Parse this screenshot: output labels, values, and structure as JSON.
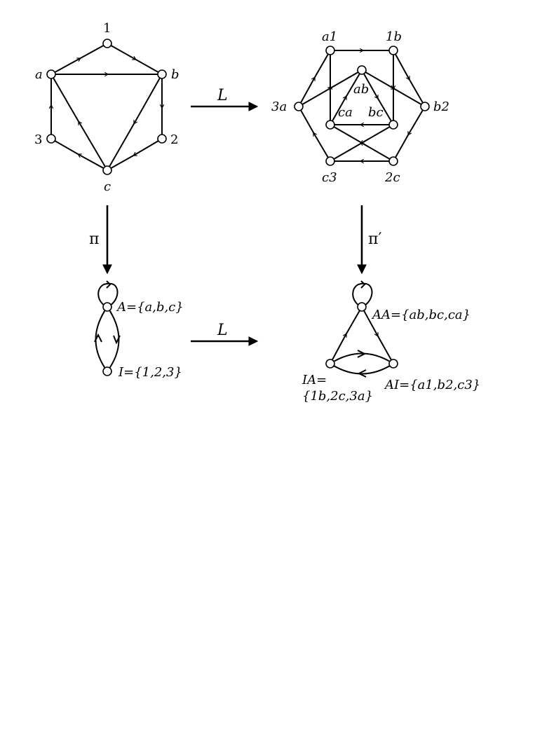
{
  "graph_G": {
    "nodes": {
      "a": "a",
      "b": "b",
      "c": "c",
      "n1": "1",
      "n2": "2",
      "n3": "3"
    }
  },
  "graph_LG": {
    "nodes": {
      "a1": "a1",
      "1b": "1b",
      "b2": "b2",
      "2c": "2c",
      "c3": "c3",
      "3a": "3a",
      "ab": "ab",
      "bc": "bc",
      "ca": "ca"
    }
  },
  "quotient_G": {
    "A": "A={a,b,c}",
    "I": "I={1,2,3}"
  },
  "quotient_LG": {
    "AA": "AA={ab,bc,ca}",
    "AI": "AI={a1,b2,c3}",
    "IA_line1": "IA=",
    "IA_line2": "{1b,2c,3a}"
  },
  "maps": {
    "L_top": "L",
    "L_bottom": "L",
    "pi": "π",
    "pi_prime": "π′"
  }
}
